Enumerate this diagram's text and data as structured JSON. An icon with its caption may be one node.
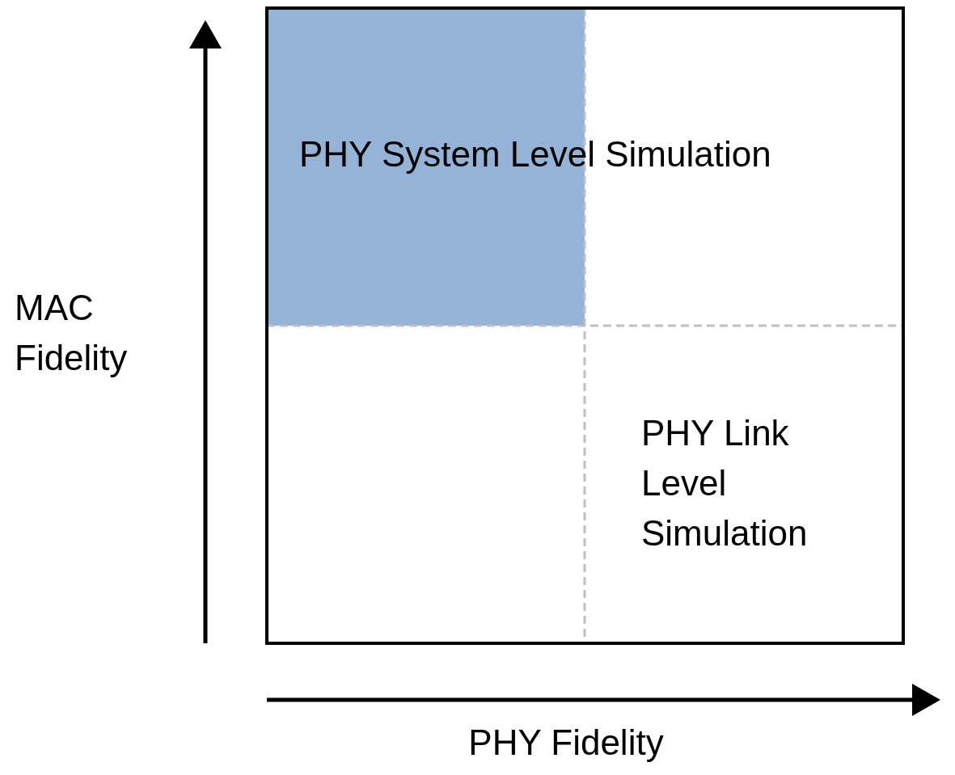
{
  "diagram": {
    "labels": [
      "PHY System Level Simulation",
      "MAC Fidelity",
      "PHY Link Level Simulation",
      "PHY Fidelity"
    ]
  }
}
